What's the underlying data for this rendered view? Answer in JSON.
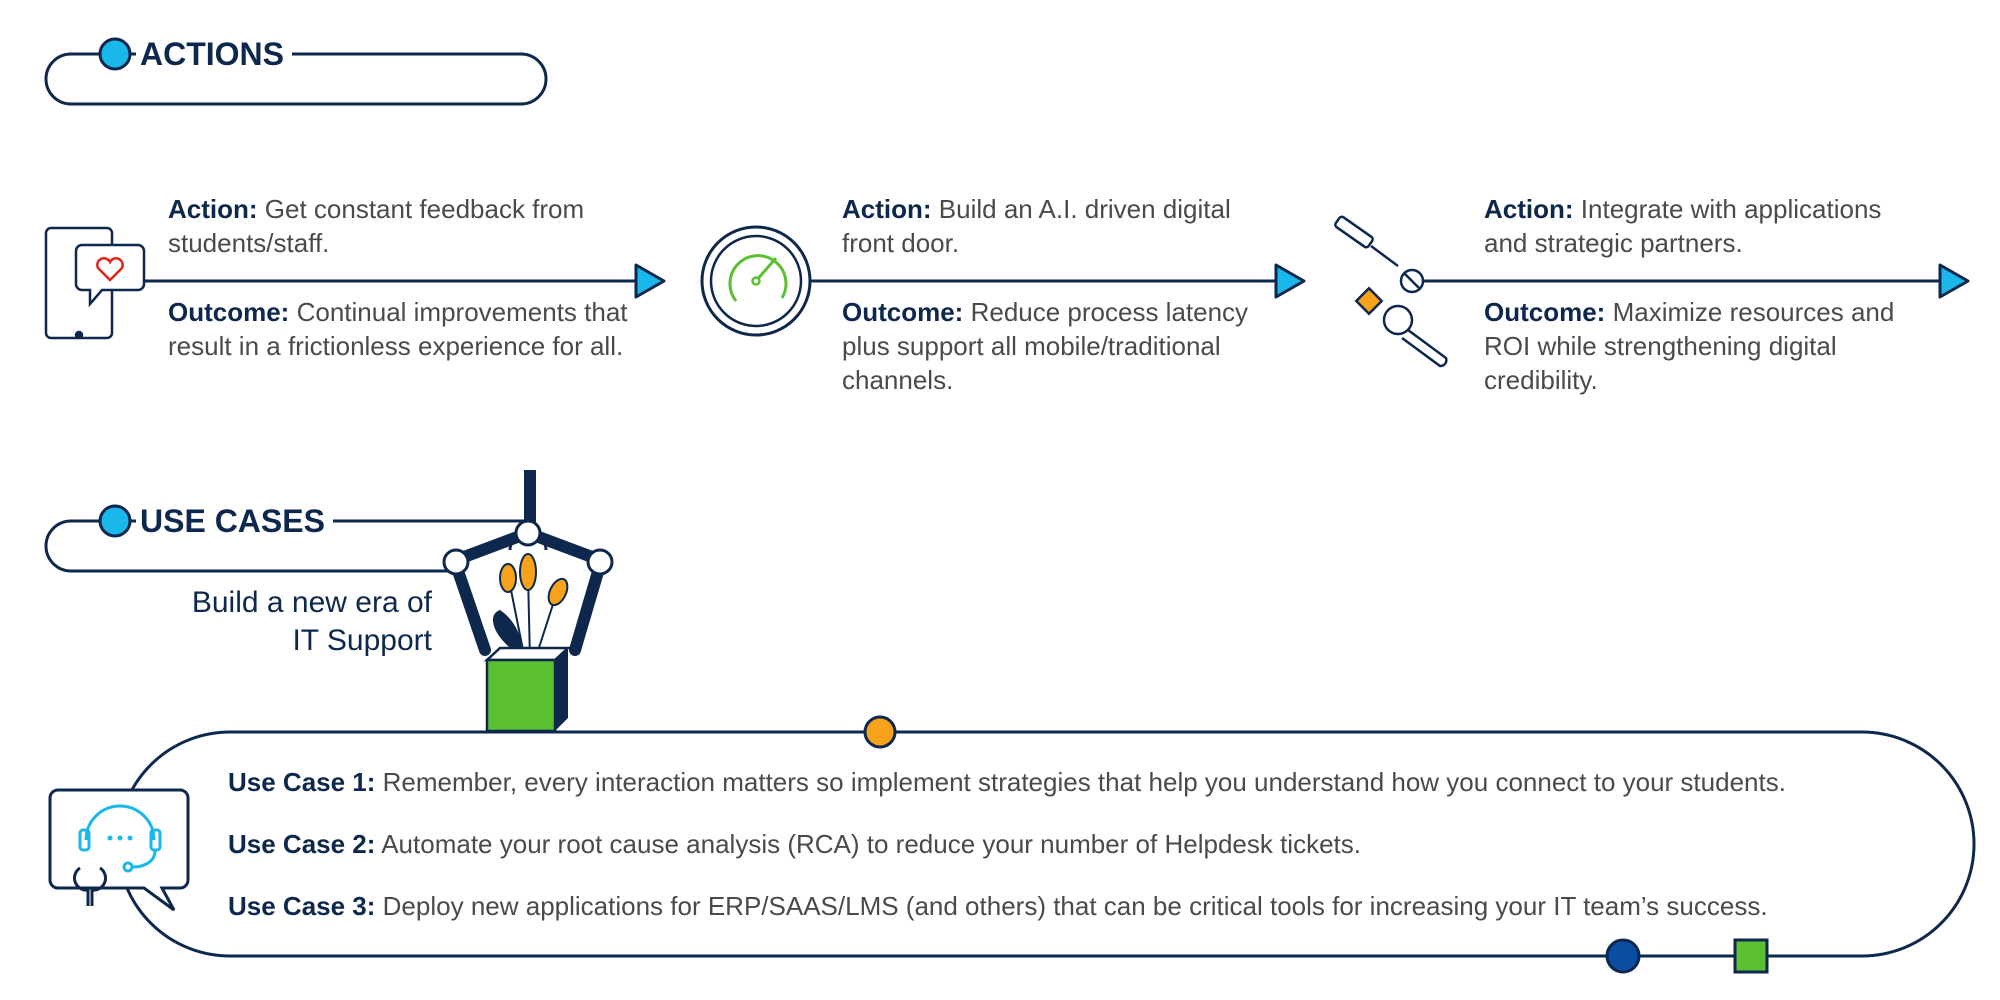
{
  "actions_section": {
    "title": "ACTIONS"
  },
  "actions": [
    {
      "action_label": "Action:",
      "action_text": "Get constant feedback from students/staff.",
      "outcome_label": "Outcome:",
      "outcome_text": "Continual improvements that result in a frictionless experience for all.",
      "icon": "tablet-heart-icon"
    },
    {
      "action_label": "Action:",
      "action_text": "Build an A.I. driven digital front door.",
      "outcome_label": "Outcome:",
      "outcome_text": "Reduce process latency plus support all mobile/traditional channels.",
      "icon": "speedometer-icon"
    },
    {
      "action_label": "Action:",
      "action_text": "Integrate with applications and strategic partners.",
      "outcome_label": "Outcome:",
      "outcome_text": "Maximize resources and ROI while strengthening digital credibility.",
      "icon": "tools-icon"
    }
  ],
  "use_cases_section": {
    "title": "USE CASES",
    "tagline_line1": "Build a new era of",
    "tagline_line2": "IT Support"
  },
  "use_cases": [
    {
      "label": "Use Case 1:",
      "text": "Remember, every interaction matters so implement strategies that help you understand how you connect to your students."
    },
    {
      "label": "Use Case 2:",
      "text": "Automate your root cause analysis (RCA) to reduce your number of Helpdesk tickets."
    },
    {
      "label": "Use Case 3:",
      "text": "Deploy new applications for ERP/SAAS/LMS (and others) that can be critical tools for increasing your IT team’s success."
    }
  ],
  "colors": {
    "navy": "#0d274d",
    "cyan": "#1ab7ea",
    "orange": "#f7a21b",
    "green": "#5bbf32",
    "blue": "#0b4fa3",
    "red": "#e2231a"
  }
}
